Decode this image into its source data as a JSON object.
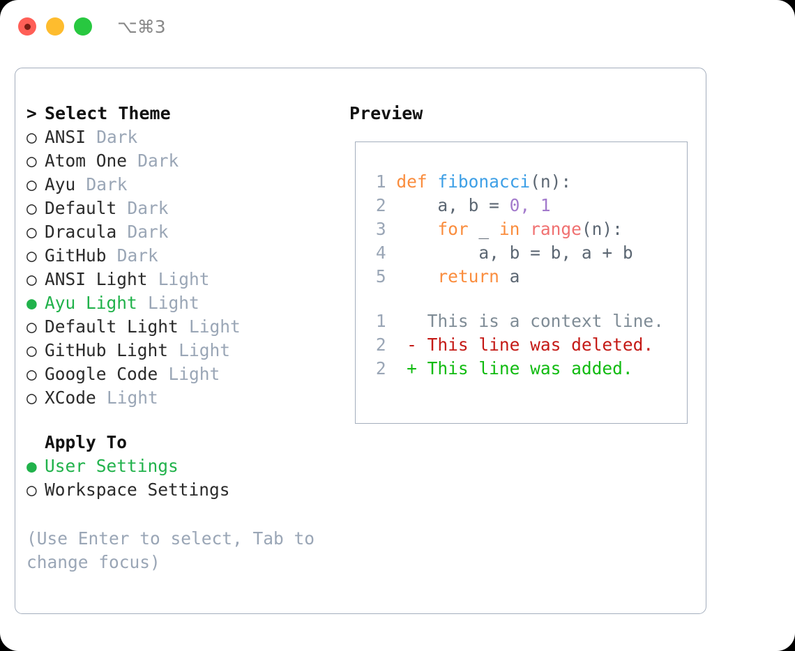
{
  "titlebar": {
    "shortcut": "⌥⌘3",
    "lights": [
      "close-red",
      "minimize-yellow",
      "maximize-green"
    ]
  },
  "left_panel": {
    "header": {
      "prompt": "&gt;",
      "label": "Select Theme"
    },
    "bullet_unselected": "○",
    "bullet_selected": "●",
    "themes": [
      {
        "name": "ANSI",
        "kind": "Dark",
        "selected": false
      },
      {
        "name": "Atom One",
        "kind": "Dark",
        "selected": false
      },
      {
        "name": "Ayu",
        "kind": "Dark",
        "selected": false
      },
      {
        "name": "Default",
        "kind": "Dark",
        "selected": false
      },
      {
        "name": "Dracula",
        "kind": "Dark",
        "selected": false
      },
      {
        "name": "GitHub",
        "kind": "Dark",
        "selected": false
      },
      {
        "name": "ANSI Light",
        "kind": "Light",
        "selected": false
      },
      {
        "name": "Ayu Light",
        "kind": "Light",
        "selected": true
      },
      {
        "name": "Default Light",
        "kind": "Light",
        "selected": false
      },
      {
        "name": "GitHub Light",
        "kind": "Light",
        "selected": false
      },
      {
        "name": "Google Code",
        "kind": "Light",
        "selected": false
      },
      {
        "name": "XCode",
        "kind": "Light",
        "selected": false
      }
    ],
    "apply_to": {
      "label": "Apply To",
      "options": [
        {
          "name": "User Settings",
          "selected": true
        },
        {
          "name": "Workspace Settings",
          "selected": false
        }
      ]
    },
    "hint": "(Use Enter to select, Tab to change focus)"
  },
  "right_panel": {
    "title": "Preview",
    "code_lines": [
      {
        "n": "1",
        "tokens": [
          {
            "t": "def ",
            "c": "kw"
          },
          {
            "t": "fibonacci",
            "c": "fn"
          },
          {
            "t": "(n):",
            "c": "pl"
          }
        ]
      },
      {
        "n": "2",
        "tokens": [
          {
            "t": "    a, b = ",
            "c": "pl"
          },
          {
            "t": "0",
            "c": "num"
          },
          {
            "t": ", ",
            "c": "num"
          },
          {
            "t": "1",
            "c": "num"
          }
        ]
      },
      {
        "n": "3",
        "tokens": [
          {
            "t": "    ",
            "c": "pl"
          },
          {
            "t": "for",
            "c": "kw"
          },
          {
            "t": " _ ",
            "c": "pl"
          },
          {
            "t": "in",
            "c": "kw"
          },
          {
            "t": " ",
            "c": "pl"
          },
          {
            "t": "range",
            "c": "bi"
          },
          {
            "t": "(n):",
            "c": "pl"
          }
        ]
      },
      {
        "n": "4",
        "tokens": [
          {
            "t": "        a, b = b, a + b",
            "c": "pl"
          }
        ]
      },
      {
        "n": "5",
        "tokens": [
          {
            "t": "    ",
            "c": "pl"
          },
          {
            "t": "return",
            "c": "kw"
          },
          {
            "t": " a",
            "c": "pl"
          }
        ]
      }
    ],
    "diff_lines": [
      {
        "n": "1",
        "marker": " ",
        "text": "This is a context line.",
        "kind": "ctx"
      },
      {
        "n": "2",
        "marker": "-",
        "text": "This line was deleted.",
        "kind": "del"
      },
      {
        "n": "2",
        "marker": "+",
        "text": "This line was added.",
        "kind": "add"
      }
    ]
  },
  "colors": {
    "accent_green": "#21b24b",
    "muted": "#9aa6b6",
    "border": "#a4aebd",
    "keyword": "#fa8d3e",
    "function": "#3d9fe6",
    "number": "#a37acc",
    "builtin": "#f07171",
    "plain": "#5c6773",
    "diff_context": "#7f8c96",
    "diff_delete": "#c41a16",
    "diff_add": "#11bb11"
  }
}
